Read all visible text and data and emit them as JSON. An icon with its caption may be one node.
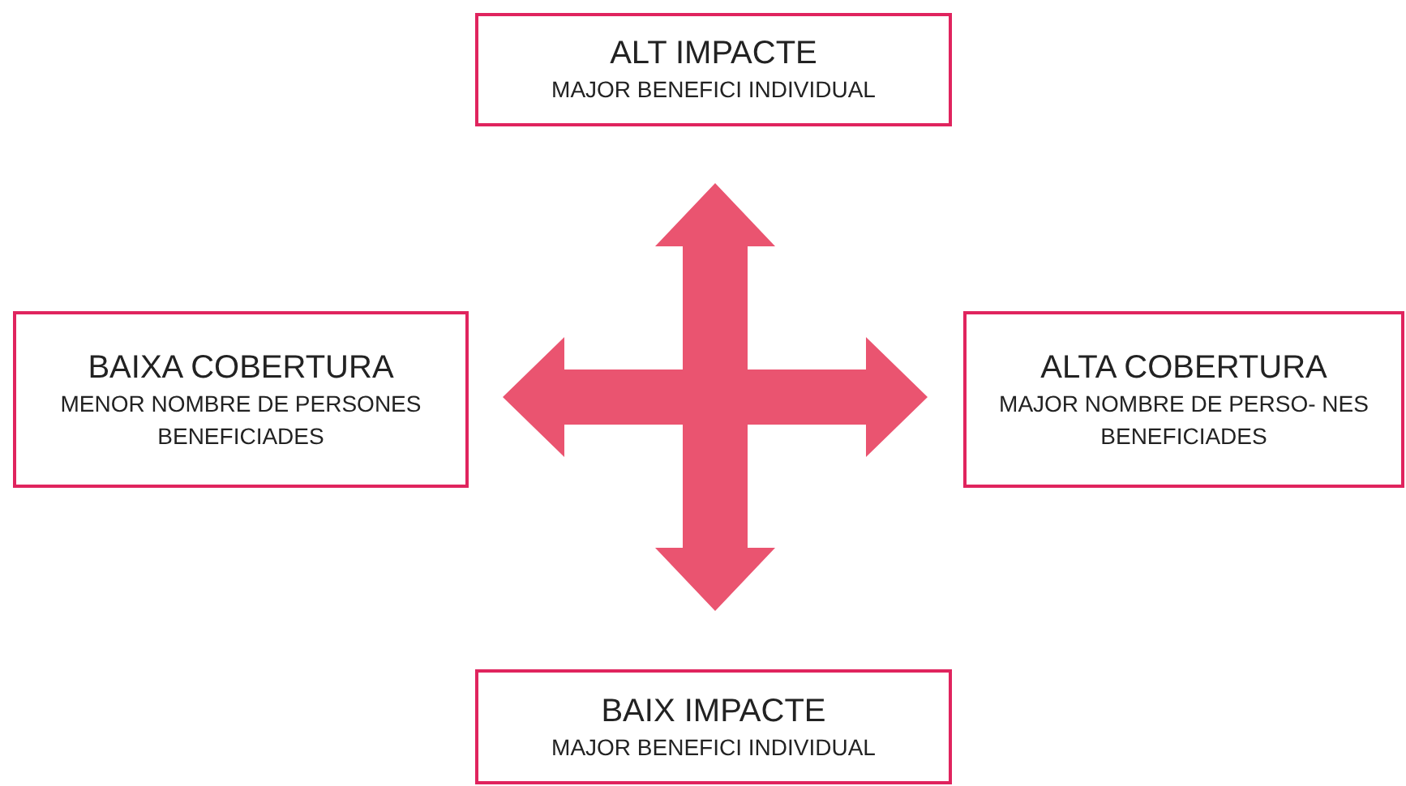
{
  "diagram": {
    "nodes": [
      {
        "text": [
          "ALT IMPACTE",
          "MAJOR BENEFICI INDIVIDUAL"
        ]
      },
      {
        "text": [
          "BAIXA COBERTURA",
          "MENOR NOMBRE DE PERSONES BENEFICIADES"
        ]
      },
      {
        "text": [
          "ALTA COBERTURA",
          "MAJOR NOMBRE DE PERSO- NES BENEFICIADES"
        ]
      },
      {
        "text": [
          "BAIX IMPACTE",
          "MAJOR BENEFICI INDIVIDUAL"
        ]
      }
    ]
  }
}
